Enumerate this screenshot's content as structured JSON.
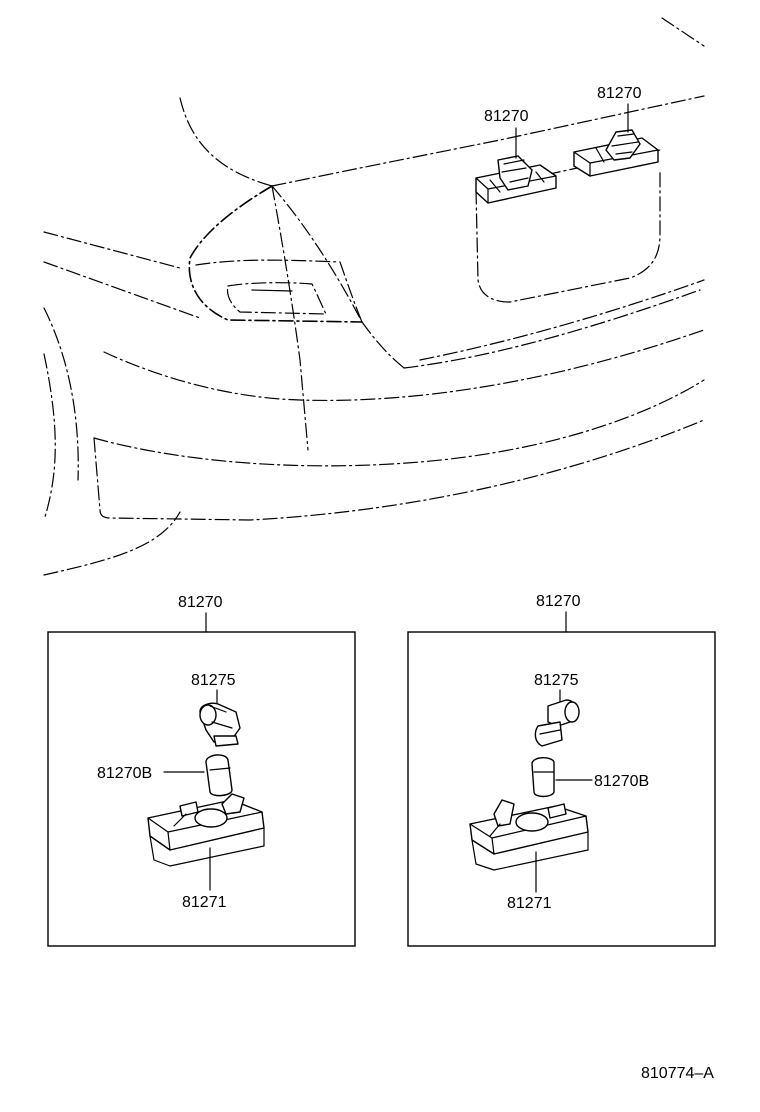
{
  "labels": {
    "top_left_lamp": "81270",
    "top_right_lamp": "81270",
    "left_box_title": "81270",
    "right_box_title": "81270",
    "left_socket": "81275",
    "right_socket": "81275",
    "left_bulb": "81270B",
    "right_bulb": "81270B",
    "left_housing": "81271",
    "right_housing": "81271",
    "figure_id": "810774–A"
  }
}
